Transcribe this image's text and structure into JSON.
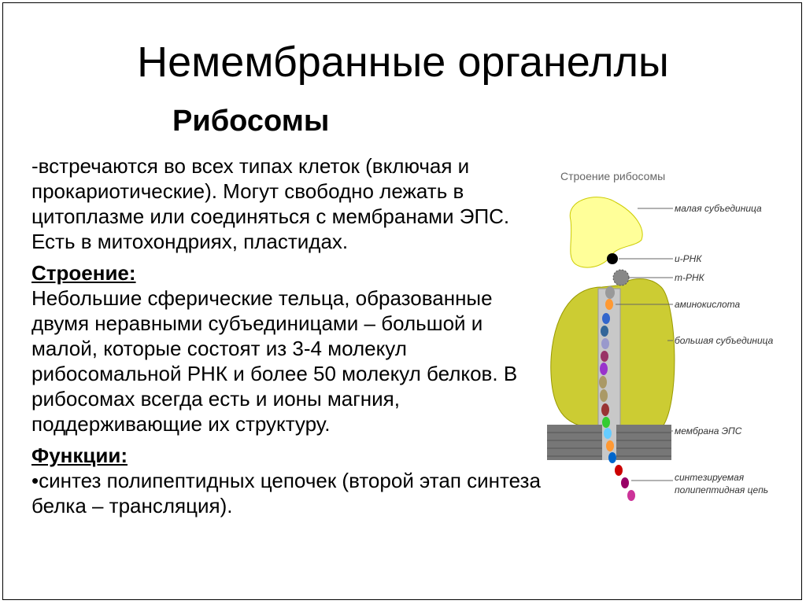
{
  "title": "Немембранные органеллы",
  "subtitle": "Рибосомы",
  "body": {
    "intro": "-встречаются во всех типах клеток (включая и прокариотические). Могут свободно лежать в цитоплазме или соединяться с мембранами ЭПС. Есть в митохондриях, пластидах.",
    "structure_heading": "Строение:",
    "structure_text": "Небольшие сферические тельца, образованные двумя неравными субъединицами – большой и малой, которые состоят из 3-4 молекул рибосомальной РНК и более 50 молекул белков. В рибосомах всегда есть и ионы магния, поддерживающие их структуру.",
    "functions_heading": "Функции:",
    "functions_text": "•синтез полипептидных цепочек (второй этап синтеза белка – трансляция)."
  },
  "diagram": {
    "caption": "Строение рибосомы",
    "labels": {
      "small_subunit": "малая субъединица",
      "irna": "и-РНК",
      "trna": "т-РНК",
      "amino_acid": "аминокислота",
      "large_subunit": "большая субъединица",
      "er_membrane": "мембрана ЭПС",
      "polypeptide_line1": "синтезируемая",
      "polypeptide_line2": "полипептидная цепь"
    },
    "colors": {
      "small_subunit": "#ffff99",
      "large_subunit": "#cccc33",
      "channel": "#c8c8c8",
      "membrane": "#777777"
    }
  }
}
